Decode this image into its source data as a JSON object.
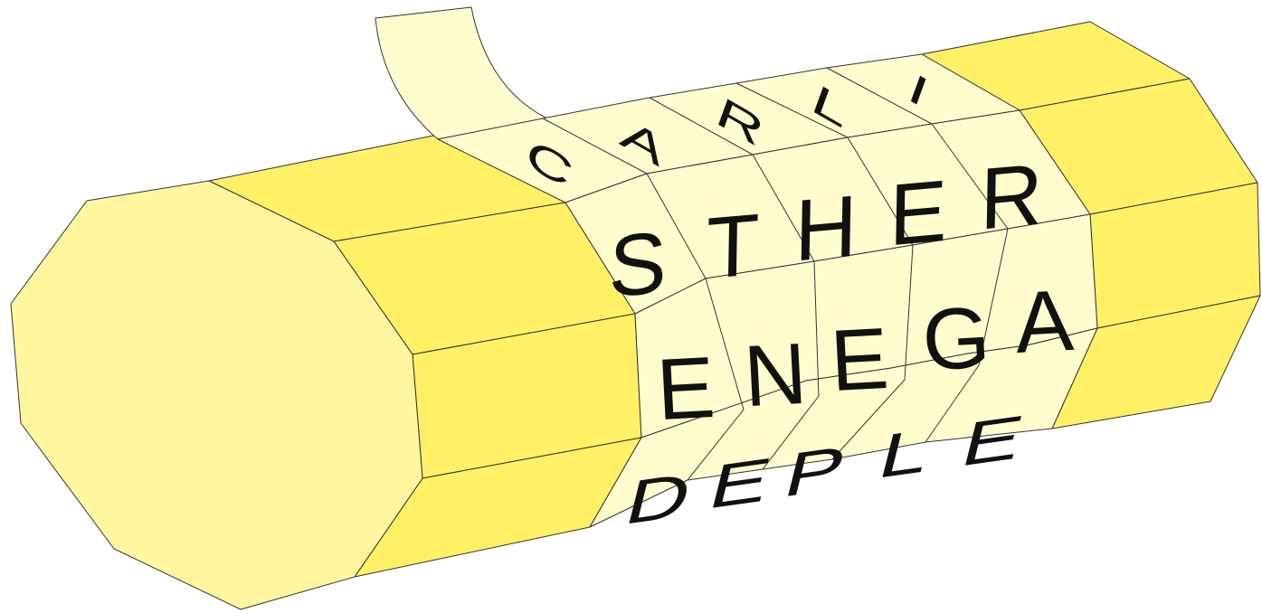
{
  "figure": {
    "colors": {
      "cylinder_light": "#fff79f",
      "cylinder_dark": "#fff065",
      "strip": "#fffdce",
      "outline": "#333333",
      "letters": "#111111"
    },
    "rows": [
      {
        "text": "CARLI",
        "letters": [
          "C",
          "A",
          "R",
          "L",
          "I"
        ]
      },
      {
        "text": "STHER",
        "letters": [
          "S",
          "T",
          "H",
          "E",
          "R"
        ]
      },
      {
        "text": "ENEGA",
        "letters": [
          "E",
          "N",
          "E",
          "G",
          "A"
        ]
      },
      {
        "text": "DEPLE",
        "letters": [
          "D",
          "E",
          "P",
          "L",
          "E"
        ]
      }
    ]
  }
}
